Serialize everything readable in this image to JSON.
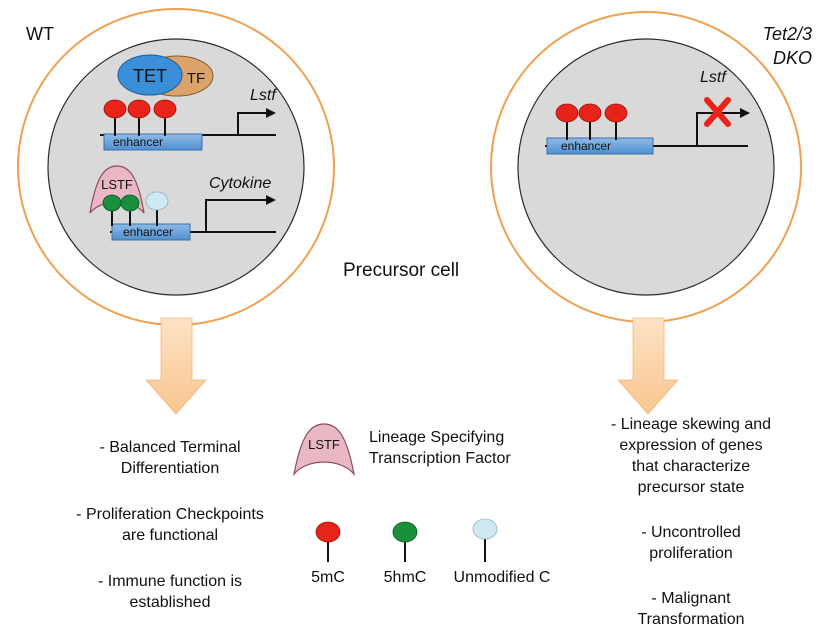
{
  "labels": {
    "wt": "WT",
    "dko_line1": "Tet2/3",
    "dko_line2": "DKO",
    "precursor_cell": "Precursor cell",
    "tet": "TET",
    "tf": "TF",
    "lstf_gene": "Lstf",
    "lstf_gene_dko": "Lstf",
    "cytokine_gene": "Cytokine",
    "lstf_factor": "LSTF",
    "enhancer": "enhancer"
  },
  "legend": {
    "lstf_badge": "LSTF",
    "lstf_line1": "Lineage Specifying",
    "lstf_line2": "Transcription Factor",
    "items": [
      {
        "label": "5mC",
        "color": "#e8231a"
      },
      {
        "label": "5hmC",
        "color": "#1a8f3c"
      },
      {
        "label": "Unmodified C",
        "color": "#cfe9f2"
      }
    ]
  },
  "outcomes": {
    "wt": [
      [
        "- Balanced Terminal",
        "Differentiation"
      ],
      [
        "- Proliferation Checkpoints",
        "are functional"
      ],
      [
        "- Immune function is",
        "established"
      ]
    ],
    "dko": [
      [
        "- Lineage skewing and",
        "expression of genes",
        "that characterize",
        "precursor state"
      ],
      [
        "- Uncontrolled",
        "proliferation"
      ],
      [
        "- Malignant",
        "Transformation"
      ]
    ]
  },
  "colors": {
    "cell_outline": "#f0a050",
    "nucleus_fill": "#d9d9d9",
    "enhancer_fill": "#5b9bd5",
    "tet_fill": "#3a8fd8",
    "tf_fill": "#d9a36a",
    "lstf_fill": "#e9b8c4",
    "arrow_fill": "#fbd2a6",
    "x_mark": "#e8231a"
  }
}
